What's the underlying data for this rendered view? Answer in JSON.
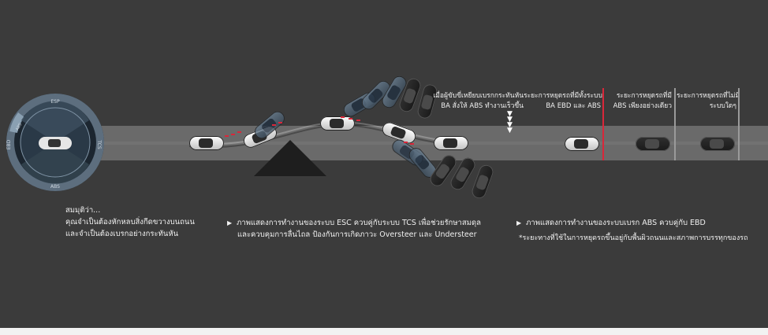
{
  "dial": {
    "labels": {
      "top": "ESP",
      "right": "TCS",
      "bottom": "ABS",
      "left": "EBD",
      "left_inner": "ABS"
    }
  },
  "stopping": {
    "ba_note": [
      "เมื่อผู้ขับขี่เหยียบเบรกกระทันหัน",
      "BA สั่งให้ ABS ทำงานเร็วขึ้น"
    ],
    "full_system": [
      "ระยะการหยุดรถที่มีทั้งระบบ",
      "BA  EBD และ  ABS"
    ],
    "abs_only": [
      "ระยะการหยุดรถที่มี",
      "ABS เพียงอย่างเดียว"
    ],
    "no_system": [
      "ระยะการหยุดรถที่ไม่มี",
      "ระบบใดๆ"
    ]
  },
  "captions": {
    "left": [
      "สมมุติว่า...",
      "คุณจำเป็นต้องหักหลบสิ่งกีดขวางบนถนน",
      "และจำเป็นต้องเบรกอย่างกระทันหัน"
    ],
    "middle_bullet": "▶",
    "middle": [
      "ภาพแสดงการทำงานของระบบ ESC ควบคู่กับระบบ TCS เพื่อช่วยรักษาสมดุล",
      "และควบคุมการลื่นไถล ป้องกันการเกิดภาวะ Oversteer และ Understeer"
    ],
    "right_bullet": "▶",
    "right": "ภาพแสดงการทำงานของระบบเบรก ABS ควบคู่กับ EBD",
    "footnote": "*ระยะทางที่ใช้ในการหยุดรถขึ้นอยู่กับพื้นผิวถนนและสภาพการบรรทุกของรถ"
  },
  "colors": {
    "red_marker": "#d9273a",
    "grey_marker": "#9a9a9a",
    "road": "#6a6a6a",
    "background": "#3b3b3b"
  }
}
